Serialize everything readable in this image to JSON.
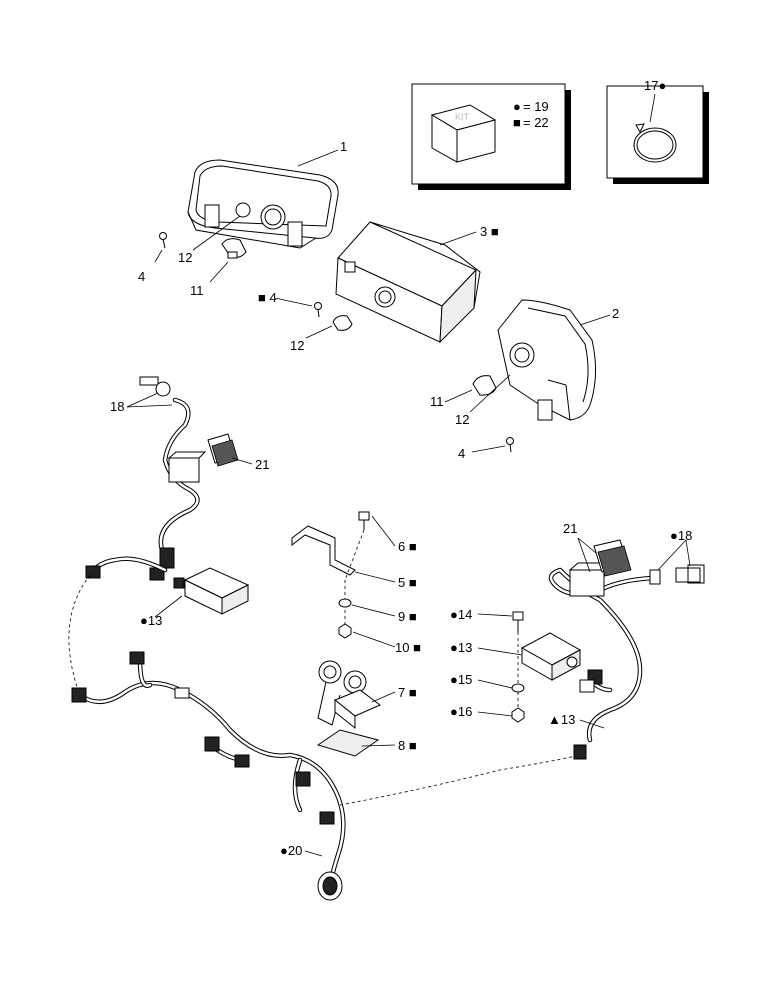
{
  "kit_box": {
    "cube_text": "KIT",
    "legend": [
      {
        "symbol": "●",
        "text": "= 19"
      },
      {
        "symbol": "■",
        "text": "= 22"
      }
    ]
  },
  "clamp_box": {
    "label": "17●"
  },
  "callouts": {
    "c1": "1",
    "c2": "2",
    "c3": "3 ■",
    "c4a": "4",
    "c4b": "■ 4",
    "c4c": "4",
    "c11a": "11",
    "c11b": "11",
    "c12a": "12",
    "c12b": "12",
    "c12c": "12",
    "c18a": "18",
    "c18b": "●18",
    "c21a": "21",
    "c21b": "21",
    "c13a": "●13",
    "c13b": "●13",
    "c13c": "▲13",
    "c6": "6 ■",
    "c5": "5 ■",
    "c9": "9 ■",
    "c10": "10 ■",
    "c7": "7 ■",
    "c8": "8 ■",
    "c14": "●14",
    "c15": "●15",
    "c16": "●16",
    "c20": "●20"
  }
}
